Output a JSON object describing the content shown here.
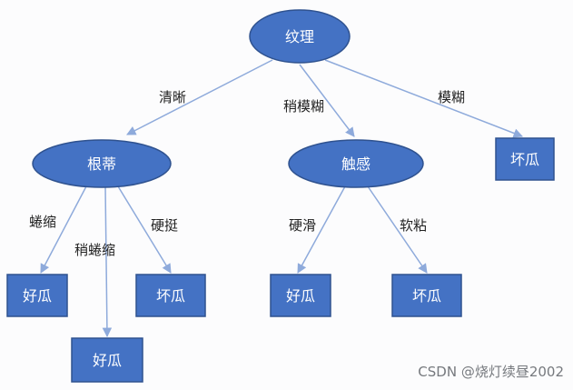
{
  "colors": {
    "node_fill": "#4472c4",
    "node_stroke": "#2f528f",
    "edge": "#8eaadb"
  },
  "tree": {
    "root": {
      "label": "纹理"
    },
    "branches": {
      "clear": "清晰",
      "slightly_blurry": "稍模糊",
      "blurry": "模糊"
    },
    "root_stem": {
      "label": "根蒂"
    },
    "touch": {
      "label": "触感"
    },
    "leaf_blurry": {
      "label": "坏瓜"
    },
    "stem_branches": {
      "curled": "蜷缩",
      "slightly_curled": "稍蜷缩",
      "stiff": "硬挺"
    },
    "touch_branches": {
      "hard_smooth": "硬滑",
      "soft_sticky": "软粘"
    },
    "leaf_curled": {
      "label": "好瓜"
    },
    "leaf_slightly_curled": {
      "label": "好瓜"
    },
    "leaf_stiff": {
      "label": "坏瓜"
    },
    "leaf_hard_smooth": {
      "label": "好瓜"
    },
    "leaf_soft_sticky": {
      "label": "坏瓜"
    }
  },
  "watermark": "CSDN @烧灯续昼2002"
}
